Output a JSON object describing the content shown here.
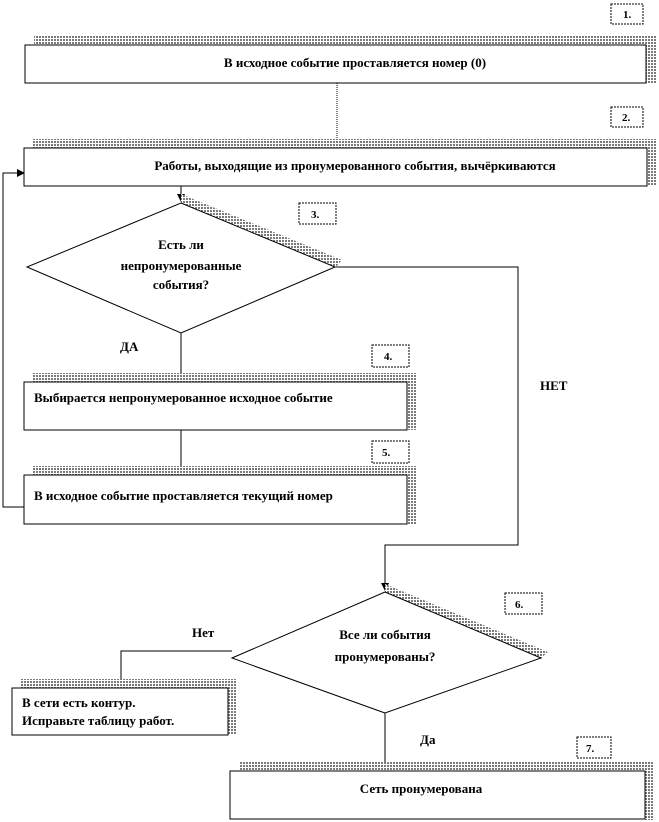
{
  "nodes": {
    "box1": "В исходное событие проставляется номер (0)",
    "box2": "Работы, выходящие из пронумерованного события, вычёркиваются",
    "diamond3": [
      "Есть ли",
      "непронумерованные",
      "события?"
    ],
    "box4": "Выбирается непронумерованное исходное событие",
    "box5": "В исходное событие проставляется текущий номер",
    "diamond6": [
      "Все ли события",
      "пронумерованы?"
    ],
    "box_contour": [
      "В сети есть контур.",
      "Исправьте таблицу работ."
    ],
    "box7": "Сеть пронумерована"
  },
  "step_numbers": {
    "n1": "1.",
    "n2": "2.",
    "n3": "3.",
    "n4": "4.",
    "n5": "5.",
    "n6": "6.",
    "n7": "7."
  },
  "edge_labels": {
    "yes3": "ДА",
    "no3": "НЕТ",
    "no6": "Нет",
    "yes6": "Да"
  }
}
